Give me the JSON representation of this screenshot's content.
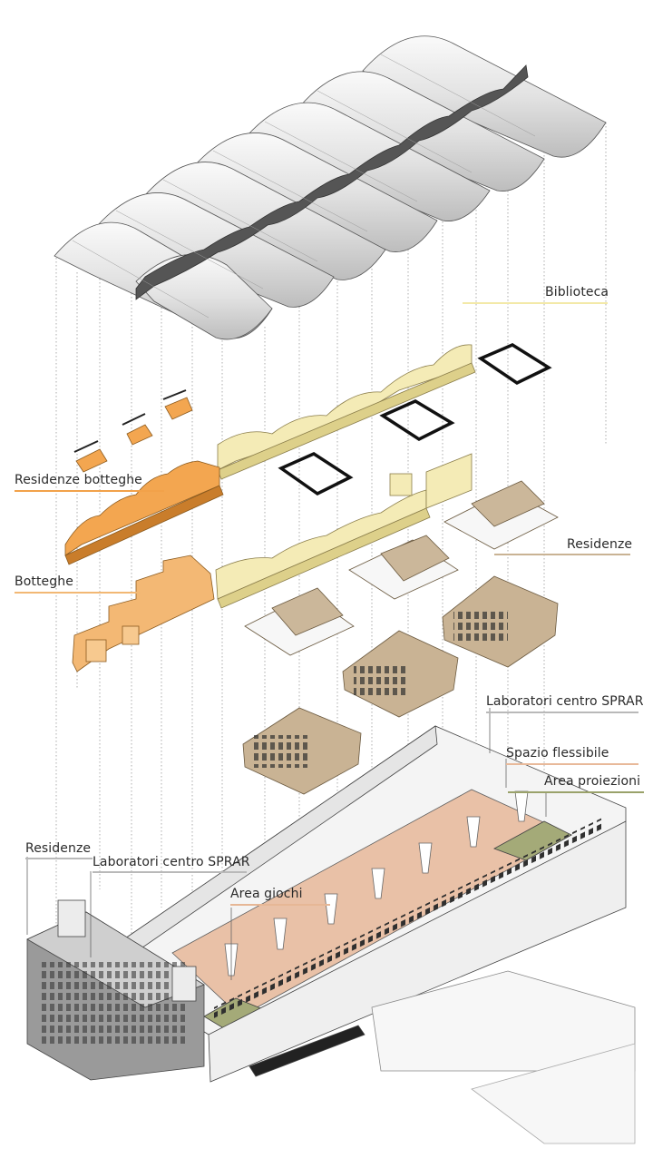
{
  "labels": {
    "biblioteca": "Biblioteca",
    "residenze_botteghe": "Residenze botteghe",
    "residenze_upper": "Residenze",
    "botteghe": "Botteghe",
    "laboratori_right": "Laboratori centro SPRAR",
    "spazio_flessibile": "Spazio flessibile",
    "area_proiezioni": "Area proiezioni",
    "residenze_lower": "Residenze",
    "laboratori_left": "Laboratori centro SPRAR",
    "area_giochi": "Area giochi"
  },
  "colors": {
    "biblioteca": "#f3e9a8",
    "residenze_botteghe": "#f2a24a",
    "residenze": "#c9b394",
    "botteghe": "#f2a24a",
    "laboratori": "#b9b9b9",
    "spazio_flessibile": "#e8b99a",
    "area_proiezioni": "#9aa26a",
    "area_giochi": "#e6b796",
    "roof": "#e6e6e6",
    "line": "#333333"
  }
}
